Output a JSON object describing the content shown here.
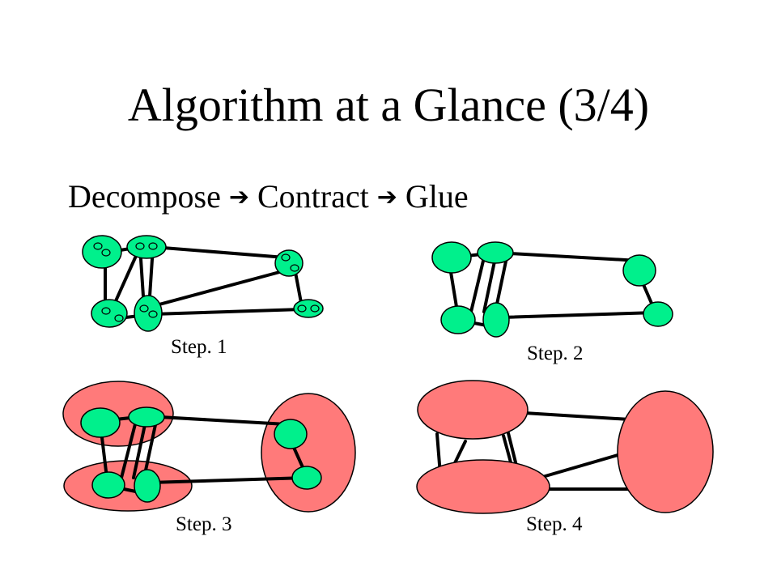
{
  "slide": {
    "title": "Algorithm at a Glance (3/4)",
    "subtitle": {
      "parts": [
        "Decompose",
        "Contract",
        "Glue"
      ],
      "arrow_glyph": "➔"
    }
  },
  "steps": [
    {
      "label": "Step. 1"
    },
    {
      "label": "Step. 2"
    },
    {
      "label": "Step. 3"
    },
    {
      "label": "Step. 4"
    }
  ],
  "colors": {
    "node": "#00f08c",
    "cluster": "#ff7a7a",
    "edge": "#000000"
  }
}
